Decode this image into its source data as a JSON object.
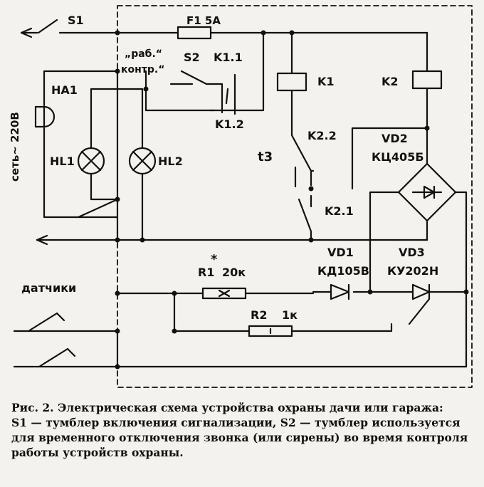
{
  "labels": {
    "s1": "S1",
    "f1": "F1 5A",
    "rab": "„раб.“",
    "kontr": "контр.“",
    "s2": "S2",
    "k11": "K1.1",
    "k12": "K1.2",
    "ha1": "HA1",
    "set": "сеть~ 220В",
    "hl1": "HL1",
    "hl2": "HL2",
    "k1": "K1",
    "k2": "K2",
    "k22": "K2.2",
    "t3": "t3",
    "k21": "K2.1",
    "vd2": "VD2",
    "vd2_type": "КЦ405Б",
    "vd1": "VD1",
    "vd1_type": "КД105В",
    "vd3": "VD3",
    "vd3_type": "КУ202Н",
    "r1": "R1",
    "r1_star": "*",
    "r1_val": "20к",
    "r2": "R2",
    "r2_val": "1к",
    "datchiki": "датчики"
  },
  "caption": {
    "title": "Рис. 2. Электрическая схема устройства охраны дачи или гаража:",
    "line1": "S1 — тумблер включения сигнализации, S2 — тумблер используется для временного отключения звонка (или сирены) во время контроля работы устройств охраны."
  }
}
